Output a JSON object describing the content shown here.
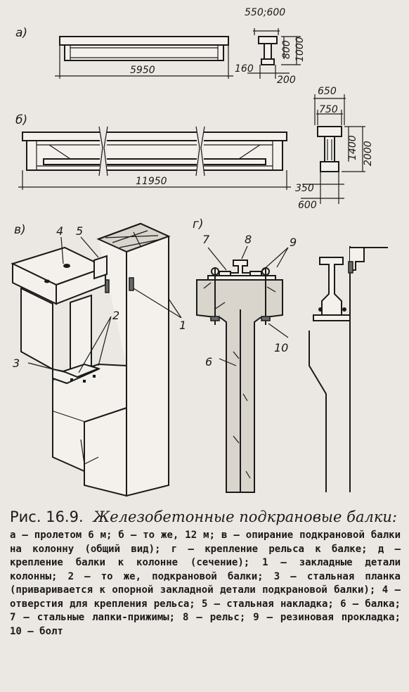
{
  "figure": {
    "panels": {
      "a": "а)",
      "b": "б)",
      "v": "в)",
      "g": "г)"
    },
    "dims_a": {
      "top": "550;600",
      "length": "5950",
      "h800": "800",
      "h1000": "1000",
      "b160": "160",
      "b200": "200"
    },
    "dims_b": {
      "w650": "650",
      "w750": "750",
      "length": "11950",
      "h1400": "1400",
      "h2000": "2000",
      "b350": "350",
      "b600": "600"
    },
    "numbers": {
      "n1": "1",
      "n2": "2",
      "n3": "3",
      "n4": "4",
      "n5": "5",
      "n6": "6",
      "n7": "7",
      "n8": "8",
      "n9": "9",
      "n10": "10"
    }
  },
  "caption": {
    "label": "Рис. 16.9.",
    "title": "Железобетонные подкрановые балки:",
    "legend": "а — пролетом 6 м; б — то же, 12 м; в — опирание подкрановой балки на колонну (общий вид); г — крепление рельса к балке; д — крепление балки к колонне (сечение); 1 — закладные детали колонны; 2 — то же, подкрановой балки; 3 — стальная планка (приваривается к опорной закладной детали подкрановой балки); 4 — отверстия для крепления рельса; 5 — стальная накладка; 6 — балка; 7 — стальные лапки-прижимы; 8 — рельс; 9 — резиновая прокладка; 10 — болт"
  }
}
